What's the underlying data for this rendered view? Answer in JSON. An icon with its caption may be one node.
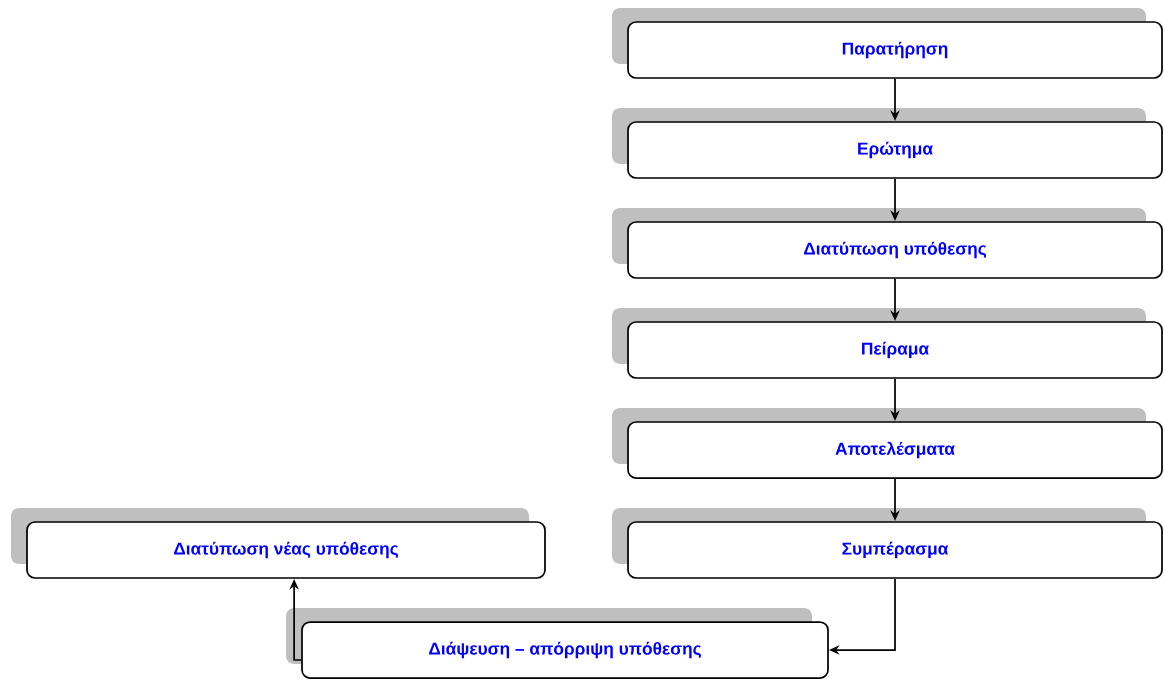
{
  "diagram": {
    "nodes": [
      {
        "text": [
          "Παρατήρηση"
        ]
      },
      {
        "text": [
          "Ερώτημα"
        ]
      },
      {
        "text": [
          "Διατύπωση υπόθεσης"
        ]
      },
      {
        "text": [
          "Πείραμα"
        ]
      },
      {
        "text": [
          "Αποτελέσματα"
        ]
      },
      {
        "text": [
          "Διατύπωση νέας υπόθεσης"
        ]
      },
      {
        "text": [
          "Συμπέρασμα"
        ]
      },
      {
        "text": [
          "Διάψευση – απόρριψη υπόθεσης"
        ]
      }
    ],
    "edges": [
      {
        "from": 0,
        "to": 1,
        "arrow": "to"
      },
      {
        "from": 1,
        "to": 2,
        "arrow": "to"
      },
      {
        "from": 2,
        "to": 3,
        "arrow": "to"
      },
      {
        "from": 3,
        "to": 4,
        "arrow": "to"
      },
      {
        "from": 4,
        "to": 6,
        "arrow": "to"
      },
      {
        "from": 6,
        "to": 7,
        "arrow": "to"
      },
      {
        "from": 7,
        "to": 5,
        "arrow": "to"
      }
    ]
  }
}
